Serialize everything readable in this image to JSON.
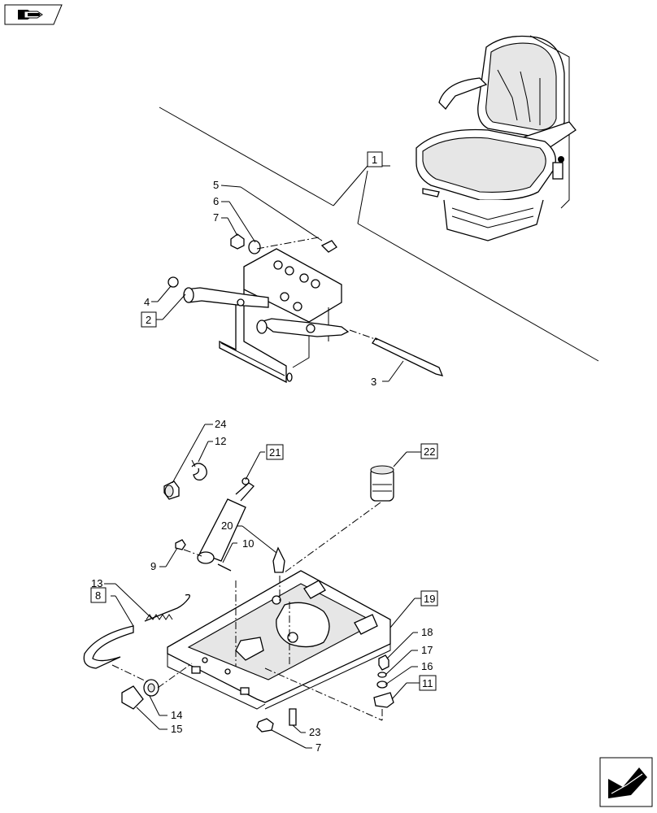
{
  "callouts": [
    {
      "id": "c1",
      "text": "1",
      "boxed": true
    },
    {
      "id": "c2",
      "text": "2",
      "boxed": true
    },
    {
      "id": "c3",
      "text": "3",
      "boxed": false
    },
    {
      "id": "c4",
      "text": "4",
      "boxed": false
    },
    {
      "id": "c5",
      "text": "5",
      "boxed": false
    },
    {
      "id": "c6",
      "text": "6",
      "boxed": false
    },
    {
      "id": "c7a",
      "text": "7",
      "boxed": false
    },
    {
      "id": "c8",
      "text": "8",
      "boxed": true
    },
    {
      "id": "c9",
      "text": "9",
      "boxed": false
    },
    {
      "id": "c10",
      "text": "10",
      "boxed": false
    },
    {
      "id": "c11",
      "text": "11",
      "boxed": true
    },
    {
      "id": "c12",
      "text": "12",
      "boxed": false
    },
    {
      "id": "c13",
      "text": "13",
      "boxed": false
    },
    {
      "id": "c14",
      "text": "14",
      "boxed": false
    },
    {
      "id": "c15",
      "text": "15",
      "boxed": false
    },
    {
      "id": "c16",
      "text": "16",
      "boxed": false
    },
    {
      "id": "c17",
      "text": "17",
      "boxed": false
    },
    {
      "id": "c18",
      "text": "18",
      "boxed": false
    },
    {
      "id": "c19",
      "text": "19",
      "boxed": true
    },
    {
      "id": "c20",
      "text": "20",
      "boxed": false
    },
    {
      "id": "c21",
      "text": "21",
      "boxed": true
    },
    {
      "id": "c22",
      "text": "22",
      "boxed": true
    },
    {
      "id": "c23",
      "text": "23",
      "boxed": false
    },
    {
      "id": "c24",
      "text": "24",
      "boxed": false
    },
    {
      "id": "c7b",
      "text": "7",
      "boxed": false
    }
  ],
  "icons": {
    "top_left": "book-arrow-icon",
    "bottom_right": "next-page-arrow-icon"
  }
}
